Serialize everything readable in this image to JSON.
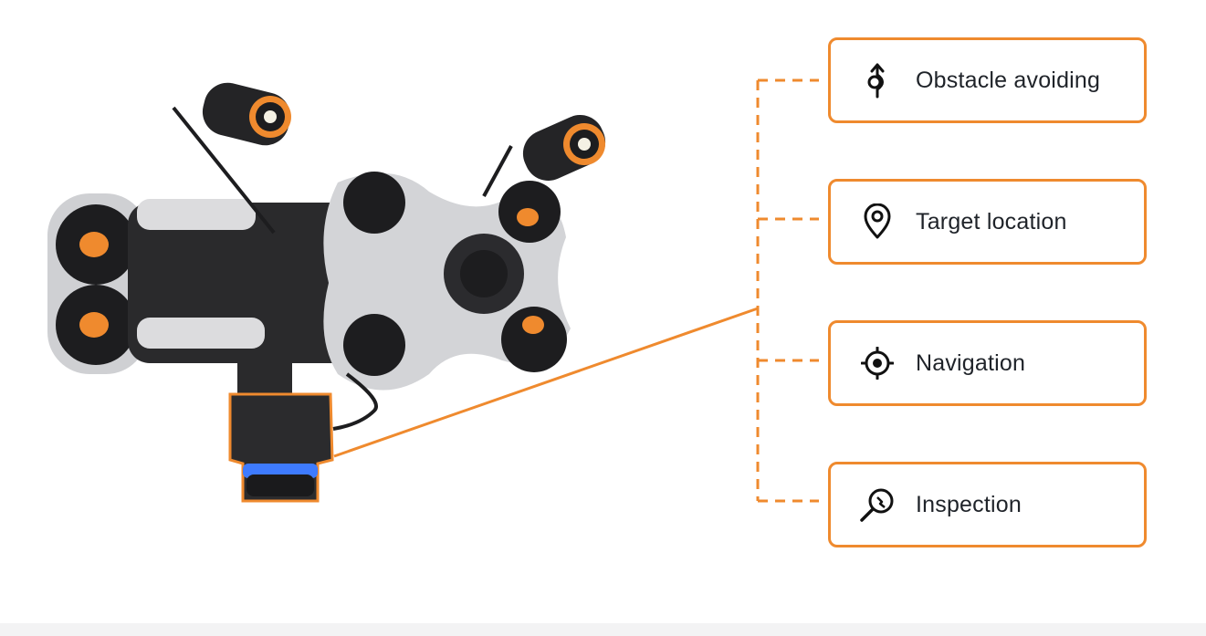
{
  "features": [
    {
      "label": "Obstacle avoiding",
      "icon": "obstacle-avoid-icon"
    },
    {
      "label": "Target location",
      "icon": "location-pin-icon"
    },
    {
      "label": "Navigation",
      "icon": "crosshair-icon"
    },
    {
      "label": "Inspection",
      "icon": "magnifier-inspection-icon"
    }
  ],
  "colors": {
    "accent": "#ef8a2e",
    "text": "#1f2329",
    "drone_body": "#2a2a2c",
    "drone_frame": "#d9d9db",
    "sensor_glow": "#3e7bff"
  }
}
